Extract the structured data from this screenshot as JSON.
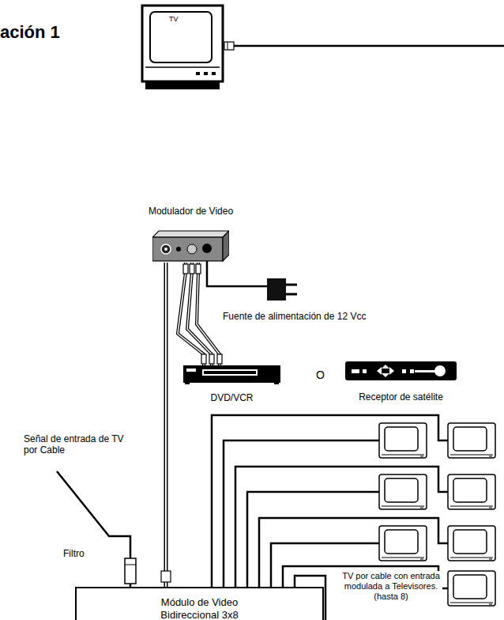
{
  "diagram": {
    "title": "ación 1",
    "nodes": [
      {
        "text": [
          "TV"
        ]
      },
      {
        "text": [
          "Modulador de Video"
        ]
      },
      {
        "text": [
          "DVD/VCR"
        ]
      },
      {
        "text": [
          "Receptor de satélite"
        ]
      },
      {
        "text": [
          "Módulo de Video Bidireccional 3x8"
        ]
      }
    ],
    "edges": [
      {
        "from": 1,
        "to": 4,
        "arrow": "none"
      },
      {
        "from": 2,
        "to": 1,
        "arrow": "none"
      }
    ],
    "labels": [
      "Fuente de alimentación de 12 Vcc",
      "O",
      "Señal de entrada de TV por Cable",
      "Filtro",
      "TV por cable con entrada modulada a Televisores. (hasta 8)"
    ]
  }
}
